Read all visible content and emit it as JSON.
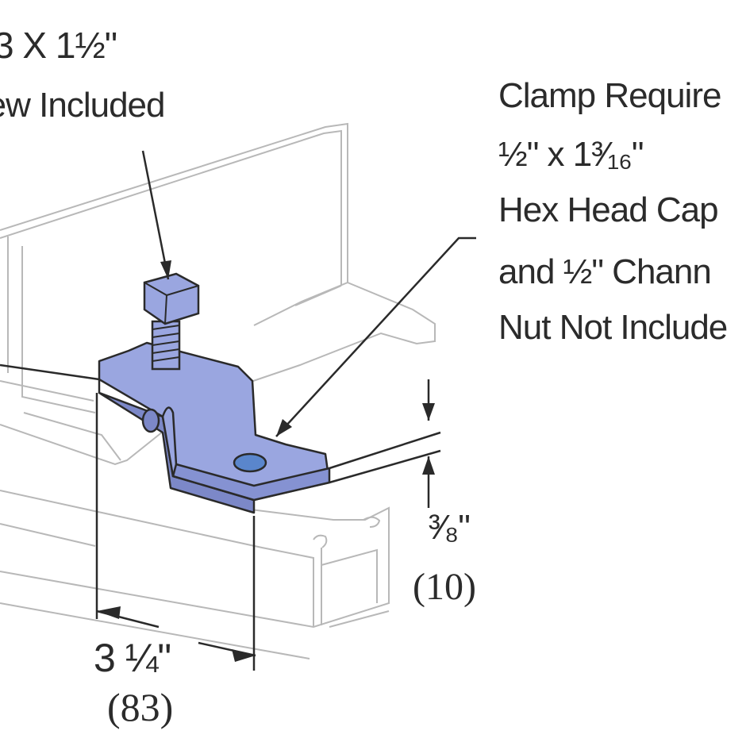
{
  "labels": {
    "screw_size": "3 X 1½\"",
    "screw_note": "rew Included",
    "clamp_line1": "Clamp Require",
    "clamp_line2": "½\" x 1³⁄₁₆\"",
    "clamp_line3": "Hex Head Cap",
    "clamp_line4": "and ½\" Chann",
    "clamp_line5": "Nut Not Include"
  },
  "dimensions": {
    "thickness_imperial": "³⁄₈\"",
    "thickness_metric": "(10)",
    "width_imperial": "3 ¼\"",
    "width_metric": "(83)"
  },
  "colors": {
    "clamp_fill": "#9aa6e0",
    "clamp_shadow": "#7c88c8",
    "outline": "#2a2a2a",
    "channel_line": "#b8b8b8",
    "hole": "#5a86cc"
  }
}
